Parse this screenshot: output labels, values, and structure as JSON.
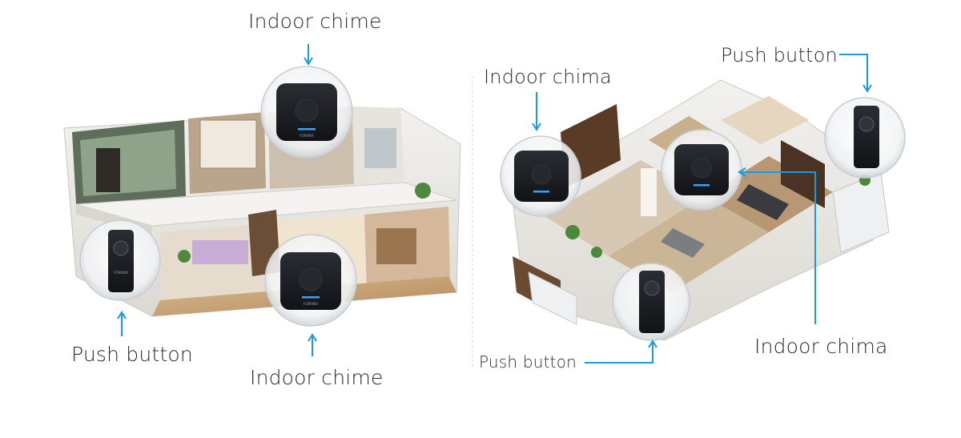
{
  "left_scene": {
    "labels": {
      "chime_top": "Indoor chime",
      "chime_bottom": "Indoor chime",
      "push_button": "Push button"
    }
  },
  "right_scene": {
    "labels": {
      "chime_left": "Indoor chima",
      "chime_right": "Indoor chima",
      "push_button_top": "Push button",
      "push_button_bottom": "Push button"
    }
  },
  "device_brand": "FORRINX",
  "colors": {
    "pointer": "#1a9be0",
    "device_body": "#1d1f24",
    "device_led": "#3aa0ff",
    "wall": "#e9e7e3",
    "floor": "#c9a87a",
    "divider": "#d6d6d6"
  }
}
